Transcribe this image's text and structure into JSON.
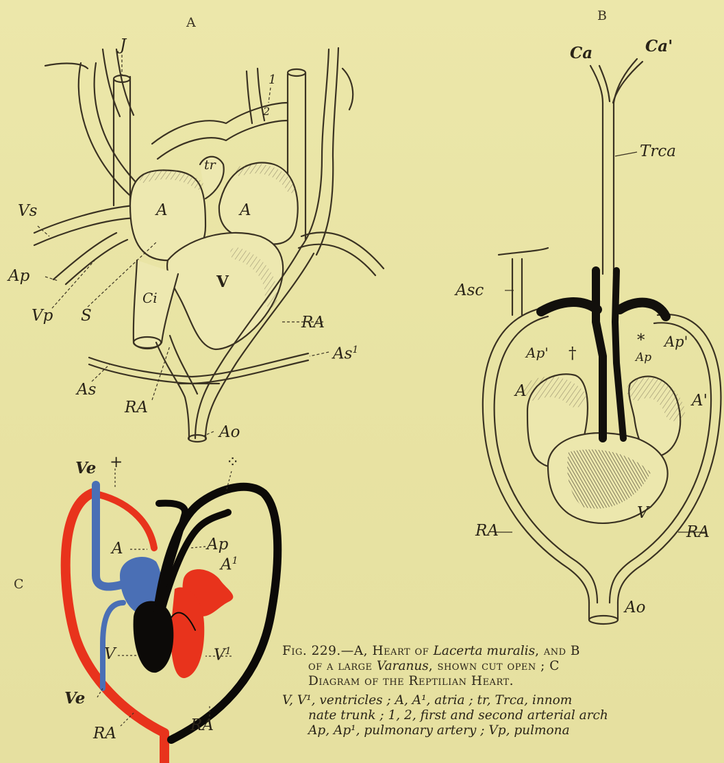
{
  "panels": {
    "a": "A",
    "b": "B",
    "c": "C"
  },
  "labels_a": {
    "J": "J",
    "one": "1",
    "two": "2",
    "tr": "tr",
    "Vs": "Vs",
    "A_left": "A",
    "A_right": "A",
    "Ap": "Ap",
    "V": "V",
    "Vp": "Vp",
    "S": "S",
    "Ci": "Ci",
    "RA_right": "RA",
    "As1": "As",
    "As1_sup": "1",
    "As": "As",
    "RA_bottom": "RA",
    "Ao": "Ao"
  },
  "labels_b": {
    "Ca": "Ca",
    "Ca1": "Ca'",
    "Trca": "Trca",
    "Asc": "Asc",
    "Ap1_left": "Ap'",
    "dagger": "†",
    "star": "*",
    "Ap1_right": "Ap'",
    "Ap": "Ap",
    "A": "A",
    "A1": "A'",
    "V": "V",
    "RA_left": "RA",
    "RA_right": "RA",
    "Ao": "Ao"
  },
  "labels_c": {
    "Ve_top": "Ve",
    "dagger": "+",
    "star": "⁘",
    "A": "A",
    "Ap": "Ap",
    "A1": "A",
    "A1_sup": "1",
    "V": "V",
    "V1": "V",
    "V1_sup": "1",
    "Ve_bottom": "Ve",
    "RA_left": "RA",
    "RA_right": "RA"
  },
  "colors": {
    "arterial": "#e8331c",
    "venous": "#4a6fb5",
    "mixed": "#0c0a08",
    "paper": "#e9e4a6",
    "ink": "#2a2418"
  },
  "caption": {
    "fig": "Fig. 229.—A, ",
    "l1a": "Heart of ",
    "l1b": "Lacerta muralis",
    "l1c": ", and B",
    "l2a": "of a large ",
    "l2b": "Varanus",
    "l2c": ", shown cut open ; C",
    "l3": "Diagram of the Reptilian Heart.",
    "l4": "V, V¹, ventricles ; A, A¹, atria ; tr, Trca, innom",
    "l5": "nate trunk ; 1, 2, first and second arterial arch",
    "l6": "Ap, Ap¹, pulmonary artery ; Vp, pulmona"
  }
}
